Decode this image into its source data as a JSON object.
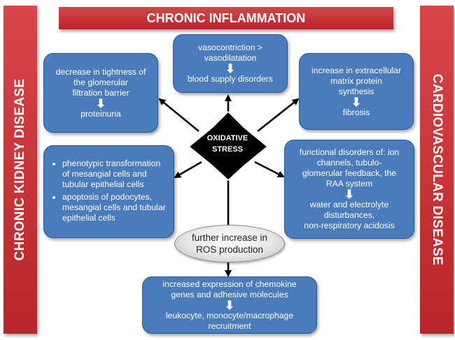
{
  "banners": {
    "top": "CHRONIC INFLAMMATION",
    "left": "CHRONIC KIDNEY DISEASE",
    "right": "CARDIOVASCULAR DISEASE"
  },
  "center": {
    "line1": "OXIDATIVE",
    "line2": "STRESS"
  },
  "boxes": {
    "top_center": {
      "cause1": "vasocontriction >",
      "cause2": "vasodilatation",
      "arrow": "⬇",
      "effect": "blood supply disorders"
    },
    "top_left": {
      "cause1": "decrease  in tightness of",
      "cause2": "the glomerular",
      "cause3": "filtration barrier",
      "arrow": "⬇",
      "effect": "proteinuria"
    },
    "top_right": {
      "cause1": "increase in extracellular",
      "cause2": "matrix protein",
      "cause3": "synthesis",
      "arrow": "⬇",
      "effect": "fibrosis"
    },
    "mid_left": {
      "items": [
        "phenotypic transformation of mesangial cells and tubular epithelial cells",
        "apoptosis of podocytes, mesangial cells and tubular epithelial cells"
      ]
    },
    "mid_right": {
      "cause1": "functional disorders of: ion",
      "cause2": "channels, tubulo-",
      "cause3": "glomerular feedback, the",
      "cause4": "RAA system",
      "arrow": "⬇",
      "effect1": "water and electrolyte",
      "effect2": "disturbances,",
      "effect3": "non-respiratory  acidosis"
    },
    "bottom": {
      "cause1": "increased expression of chemokine",
      "cause2": "genes and adhesive molecules",
      "arrow": "⬇",
      "effect1": "leukocyte, monocyte/macrophage",
      "effect2": "recruitment"
    }
  },
  "ellipse": {
    "line1": "further increase in",
    "line2": "ROS production"
  },
  "colors": {
    "banner": "#c0312f",
    "box": "#4a7bbd",
    "box_border": "#2a5592",
    "star": "#000000"
  }
}
